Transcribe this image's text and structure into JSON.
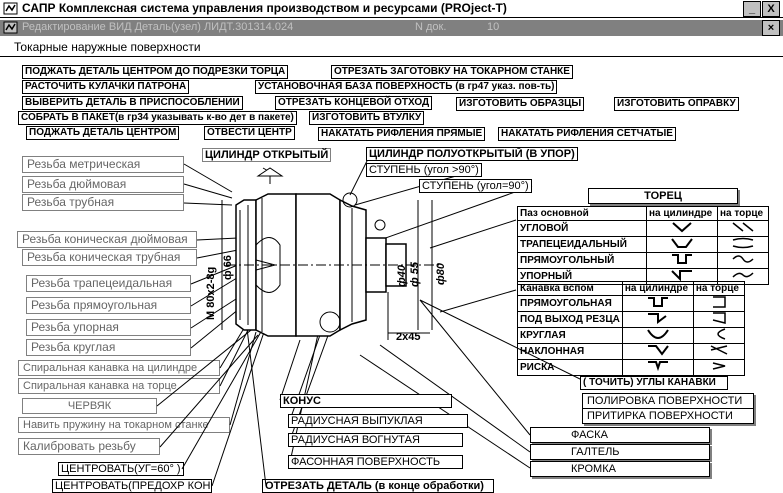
{
  "window": {
    "title": "САПР Комплексная система управления производством и ресурсами  (PROject-T)",
    "minimize": "_",
    "close": "X",
    "doc_title": "Редактирование ВИД    Деталь(узел) ЛИДТ.301314.024",
    "doc_label": "N док.",
    "doc_number": "10",
    "caption": "Токарные наружные поверхности"
  },
  "ops": [
    "ПОДЖАТЬ ДЕТАЛЬ ЦЕНТРОМ ДО ПОДРЕЗКИ ТОРЦА",
    "ОТРЕЗАТЬ ЗАГОТОВКУ НА ТОКАРНОМ СТАНКЕ",
    "РАСТОЧИТЬ КУЛАЧКИ ПАТРОНА",
    "УСТАНОВОЧНАЯ БАЗА ПОВЕРХНОСТЬ (в гр47 указ. пов-ть)",
    "ВЫВЕРИТЬ ДЕТАЛЬ В ПРИСПОСОБЛЕНИИ",
    "ОТРЕЗАТЬ КОНЦЕВОЙ ОТХОД",
    "ИЗГОТОВИТЬ ОБРАЗЦЫ",
    "ИЗГОТОВИТЬ ОПРАВКУ",
    "СОБРАТЬ В ПАКЕТ(в гр34 указывать к-во дет в пакете)",
    "ИЗГОТОВИТЬ ВТУЛКУ",
    "ПОДЖАТЬ ДЕТАЛЬ ЦЕНТРОМ",
    "ОТВЕСТИ ЦЕНТР",
    "НАКАТАТЬ  РИФЛЕНИЯ ПРЯМЫЕ",
    "НАКАТАТЬ  РИФЛЕНИЯ  СЕТЧАТЫЕ"
  ],
  "left_features": [
    "Резьба метрическая",
    "Резьба дюймовая",
    "Резьба трубная",
    "Резьба коническая  дюймовая",
    "Резьба коническая трубная",
    "Резьба трапецеидальная",
    "Резьба прямоугольная",
    "Резьба упорная",
    "Резьба круглая",
    "Спиральная канавка на цилиндре",
    "Спиральная канавка на торце",
    "ЧЕРВЯК",
    "Навить пружину на токарном станке",
    "Калибровать резьбу"
  ],
  "center_ops": {
    "centrovat": "ЦЕНТРОВАТЬ(УГ=60° )",
    "centrovat_pred": "ЦЕНТРОВАТЬ(ПРЕДОХР КОН",
    "otrezat": "ОТРЕЗАТЬ ДЕТАЛЬ (в конце обработки)",
    "cyl_open": "ЦИЛИНДР  ОТКРЫТЫЙ",
    "cyl_semi": "ЦИЛИНДР  ПОЛУОТКРЫТЫЙ (В УПОР)",
    "step_gt": "СТУПЕНЬ  (угол >90°)",
    "step_eq": "СТУПЕНЬ  (угол=90°)",
    "konus": "КОНУС",
    "rad_vyp": "РАДИУСНАЯ ВЫПУКЛАЯ",
    "rad_vog": "РАДИУСНАЯ ВОГНУТАЯ",
    "fason": "ФАСОННАЯ ПОВЕРХНОСТЬ"
  },
  "dims": {
    "m80": "М 80х2-8g",
    "d66": "ф 66",
    "d40": "ф40",
    "d55": "ф 55",
    "d80": "ф80",
    "chamfer": "2х45"
  },
  "torec": {
    "title": "ТОРЕЦ",
    "h1": "Паз    основной",
    "h2": "на цилиндре",
    "h3": "на торце",
    "rows": [
      "УГЛОВОЙ",
      "ТРАПЕЦЕИДАЛЬНЫЙ",
      "ПРЯМОУГОЛЬНЫЙ",
      "УПОРНЫЙ"
    ]
  },
  "kanavka": {
    "h1": "Канавка вспом",
    "h2": "на цилиндре",
    "h3": "на торце",
    "rows": [
      "ПРЯМОУГОЛЬНАЯ",
      "ПОД ВЫХОД  РЕЗЦА",
      "КРУГЛАЯ",
      "НАКЛОННАЯ",
      "РИСКА"
    ]
  },
  "right_ops": {
    "tochit": "( ТОЧИТЬ)  УГЛЫ  КАНАВКИ",
    "polir": "ПОЛИРОВКА ПОВЕРХНОСТИ",
    "pritir": "ПРИТИРКА ПОВЕРХНОСТИ",
    "faska": "ФАСКА",
    "galtel": "ГАЛТЕЛЬ",
    "kromka": "КРОМКА"
  }
}
